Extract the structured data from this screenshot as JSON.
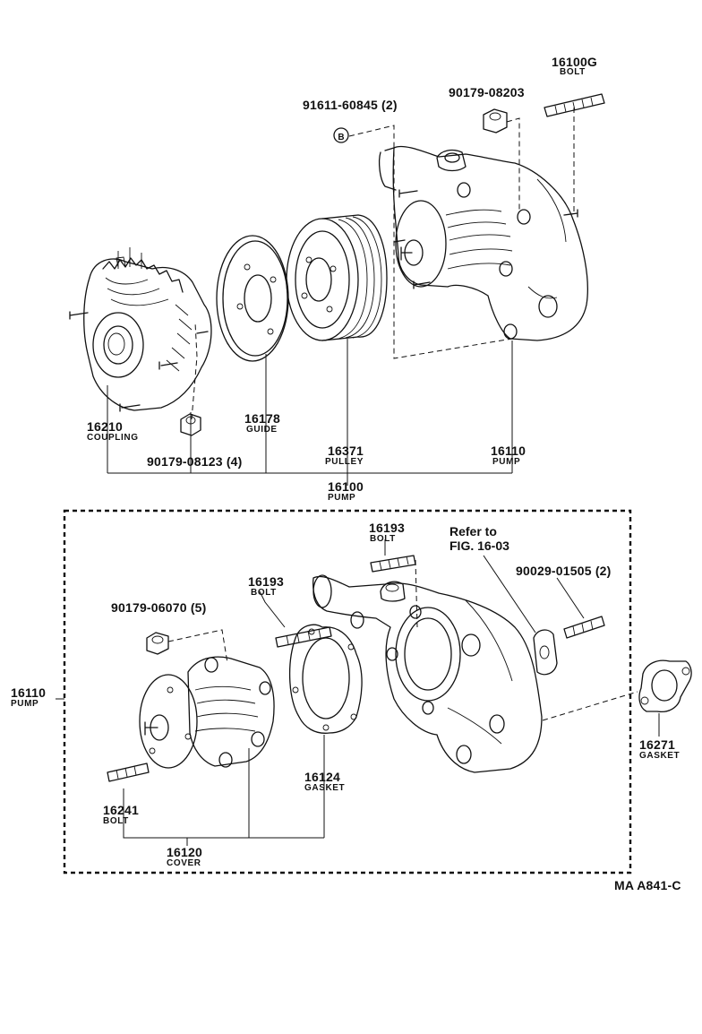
{
  "top": {
    "coupling_no": "16210",
    "coupling_name": "COUPLING",
    "guide_no": "16178",
    "guide_name": "GUIDE",
    "pulley_no": "16371",
    "pulley_name": "PULLEY",
    "pump_no": "16110",
    "pump_name": "PUMP",
    "assy_no": "16100",
    "assy_name": "PUMP",
    "nut_coupling": "90179-08123 (4)",
    "washer_b": "91611-60845 (2)",
    "nut_top": "90179-08203",
    "bolt_top_no": "16100G",
    "bolt_top_name": "BOLT",
    "washer_symbol": "B"
  },
  "bottom": {
    "pump_no": "16110",
    "pump_name": "PUMP",
    "nut_cover": "90179-06070 (5)",
    "bolt_mid_no": "16193",
    "bolt_mid_name": "BOLT",
    "bolt_up_no": "16193",
    "bolt_up_name": "BOLT",
    "refer_line1": "Refer to",
    "refer_line2": "FIG. 16-03",
    "stud": "90029-01505 (2)",
    "gasket_side_no": "16271",
    "gasket_side_name": "GASKET",
    "gasket_no": "16124",
    "gasket_name": "GASKET",
    "bolt_low_no": "16241",
    "bolt_low_name": "BOLT",
    "cover_no": "16120",
    "cover_name": "COVER"
  },
  "figure_code": "MA A841-C"
}
